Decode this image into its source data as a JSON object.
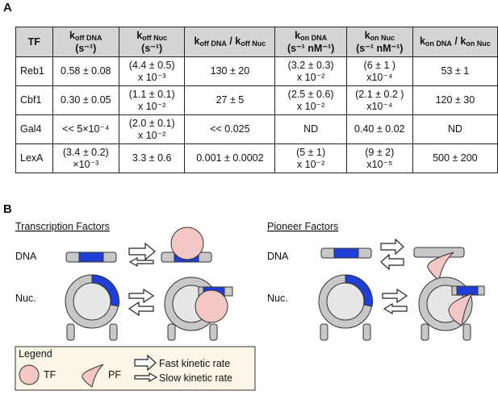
{
  "panel_a_label": "A",
  "panel_b_label": "B",
  "table": {
    "headers": [
      {
        "main": "TF",
        "sub": "",
        "rest": "",
        "units": ""
      },
      {
        "main": "k",
        "sub": "off DNA",
        "rest": "",
        "units": "(s⁻¹)"
      },
      {
        "main": "k",
        "sub": "off Nuc",
        "rest": "",
        "units": "(s⁻¹)"
      },
      {
        "main": "k",
        "sub": "off DNA",
        "rest": " / k",
        "sub2": "off Nuc",
        "units": ""
      },
      {
        "main": "k",
        "sub": "on DNA",
        "rest": "",
        "units": "(s⁻¹ nM⁻¹)"
      },
      {
        "main": "k",
        "sub": "on Nuc",
        "rest": "",
        "units": "(s⁻¹ nM⁻¹)"
      },
      {
        "main": "k",
        "sub": "on DNA",
        "rest": " / k",
        "sub2": "on Nuc",
        "units": ""
      }
    ],
    "rows": [
      {
        "tf": "Reb1",
        "koff_dna": [
          "0.58 ± 0.08",
          ""
        ],
        "koff_nuc": [
          "(4.4 ± 0.5)",
          "x 10⁻³"
        ],
        "koff_ratio": [
          "130 ± 20",
          ""
        ],
        "kon_dna": [
          "(3.2 ± 0.3)",
          "x 10⁻²"
        ],
        "kon_nuc": [
          "(6 ± 1 )",
          "x10⁻⁴"
        ],
        "kon_ratio": [
          "53 ± 1",
          ""
        ]
      },
      {
        "tf": "Cbf1",
        "koff_dna": [
          "0.30 ± 0.05",
          ""
        ],
        "koff_nuc": [
          "(1.1 ± 0.1)",
          "x 10⁻²"
        ],
        "koff_ratio": [
          "27 ± 5",
          ""
        ],
        "kon_dna": [
          "(2.5 ± 0.6)",
          "x 10⁻²"
        ],
        "kon_nuc": [
          "(2.1 ± 0.2 )",
          "x10⁻⁴"
        ],
        "kon_ratio": [
          "120 ± 30",
          ""
        ]
      },
      {
        "tf": "Gal4",
        "koff_dna": [
          "<< 5×10⁻⁴",
          ""
        ],
        "koff_nuc": [
          "(2.0 ± 0.1)",
          "x 10⁻²"
        ],
        "koff_ratio": [
          "<< 0.025",
          ""
        ],
        "kon_dna": [
          "ND",
          ""
        ],
        "kon_nuc": [
          "0.40 ± 0.02",
          ""
        ],
        "kon_ratio": [
          "ND",
          ""
        ]
      },
      {
        "tf": "LexA",
        "koff_dna": [
          "(3.4 ± 0.2)",
          "×10⁻³"
        ],
        "koff_nuc": [
          "3.3 ± 0.6",
          ""
        ],
        "koff_ratio": [
          "0.001 ± 0.0002",
          ""
        ],
        "kon_dna": [
          "(5 ± 1)",
          "x 10⁻²"
        ],
        "kon_nuc": [
          "(9 ± 2)",
          "x10⁻⁵"
        ],
        "kon_ratio": [
          "500 ± 200",
          ""
        ]
      }
    ]
  },
  "schematic": {
    "tf_title": "Transcription Factors",
    "pf_title": "Pioneer Factors",
    "dna_label": "DNA",
    "nuc_label": "Nuc.",
    "legend": {
      "title": "Legend",
      "tf_label": "TF",
      "pf_label": "PF",
      "fast_label": "Fast kinetic rate",
      "slow_label": "Slow kinetic rate"
    },
    "colors": {
      "dna_blue": "#1f3fd6",
      "dna_gray": "#c8c8c8",
      "tf_pink": "#f4c6c4",
      "legend_bg": "#fbf6e6",
      "histone": "#e6e6e6",
      "header_gray": "#d4d4d4"
    }
  }
}
